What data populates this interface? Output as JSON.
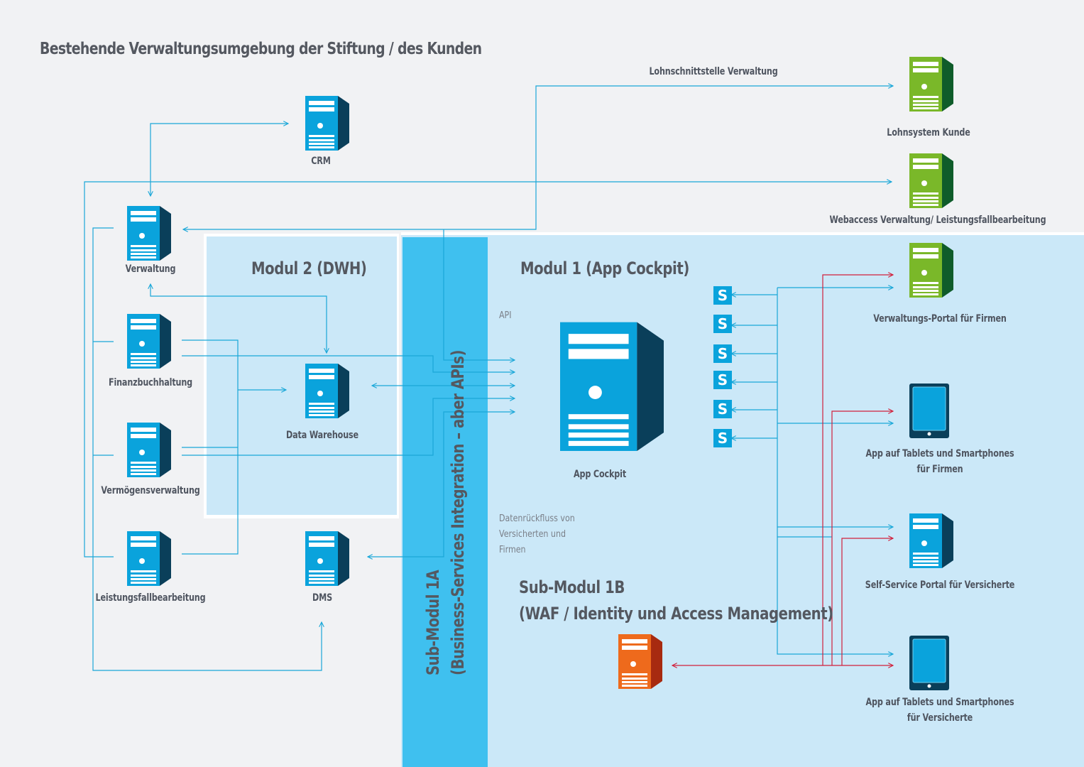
{
  "title": "Bestehende Verwaltungsumgebung der Stiftung / des Kunden",
  "colors": {
    "background": "#f1f2f4",
    "module_bg": "#cbe8f8",
    "submodule_1a_bar": "#3fc0ef",
    "server_blue": "#0aa3dc",
    "server_blue_side": "#0a3f5a",
    "server_green": "#7ab829",
    "server_green_side": "#0f5c2a",
    "server_orange": "#ee6a1c",
    "server_orange_side": "#a72a10",
    "line_blue": "#1aa7d8",
    "line_red": "#d1203c",
    "text": "#4f5560"
  },
  "modules": {
    "modul2": "Modul 2 (DWH)",
    "modul1": "Modul 1 (App Cockpit)",
    "submodul1a": {
      "line1": "Sub-Modul 1A",
      "line2": "(Business-Services Integration – aber APIs)"
    },
    "submodul1b": {
      "line1": "Sub-Modul 1B",
      "line2": "(WAF / Identity und Access Management)"
    }
  },
  "annotations": {
    "api": "API",
    "lohnschnittstelle": "Lohnschnittstelle Verwaltung",
    "datenrueckfluss": [
      "Datenrückfluss von",
      "Versicherten und",
      "Firmen"
    ]
  },
  "nodes": {
    "crm": {
      "label": "CRM",
      "icon": "server-icon",
      "color": "blue"
    },
    "verwaltung": {
      "label": "Verwaltung",
      "icon": "server-icon",
      "color": "blue"
    },
    "finanzbuchhaltung": {
      "label": "Finanzbuchhaltung",
      "icon": "server-icon",
      "color": "blue"
    },
    "vermoegensverwaltung": {
      "label": "Vermögensverwaltung",
      "icon": "server-icon",
      "color": "blue"
    },
    "leistungsfallbearbeitung": {
      "label": "Leistungsfallbearbeitung",
      "icon": "server-icon",
      "color": "blue"
    },
    "data_warehouse": {
      "label": "Data Warehouse",
      "icon": "server-icon",
      "color": "blue"
    },
    "dms": {
      "label": "DMS",
      "icon": "server-icon",
      "color": "blue"
    },
    "app_cockpit": {
      "label": "App Cockpit",
      "icon": "server-icon",
      "color": "blue"
    },
    "waf": {
      "label": "",
      "icon": "server-icon",
      "color": "orange"
    },
    "lohnsystem": {
      "label": "Lohnsystem Kunde",
      "icon": "server-icon",
      "color": "green"
    },
    "webaccess": {
      "label": "Webaccess Verwaltung/ Leistungsfallbearbeitung",
      "icon": "server-icon",
      "color": "green"
    },
    "verwaltungsportal": {
      "label": "Verwaltungs-Portal für Firmen",
      "icon": "server-icon",
      "color": "green"
    },
    "app_firmen": {
      "label": [
        "App auf Tablets und Smartphones",
        "für Firmen"
      ],
      "icon": "tablet-icon"
    },
    "self_service": {
      "label": "Self-Service Portal für Versicherte",
      "icon": "server-icon",
      "color": "blue"
    },
    "app_versicherte": {
      "label": [
        "App auf Tablets und Smartphones",
        "für Versicherte"
      ],
      "icon": "tablet-icon"
    }
  },
  "services": [
    "S",
    "S",
    "S",
    "S",
    "S",
    "S"
  ]
}
